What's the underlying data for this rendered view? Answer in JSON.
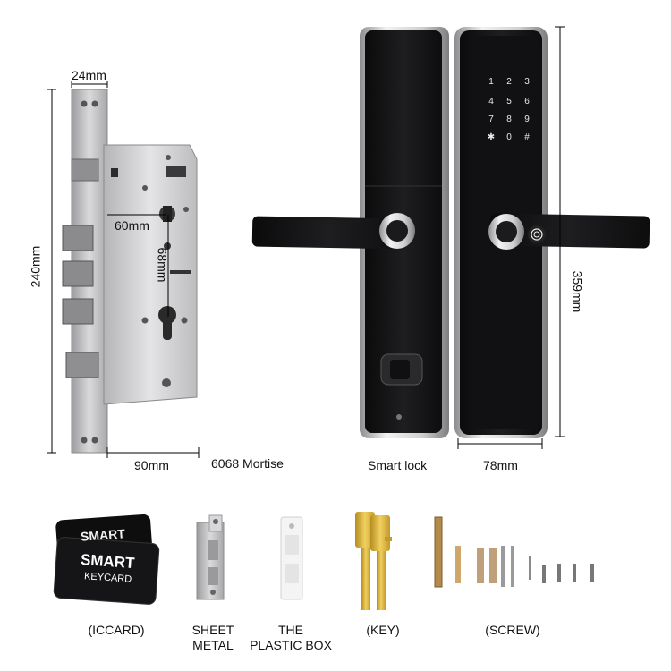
{
  "dimensions": {
    "mortise_width": "24mm",
    "backset": "60mm",
    "cylinder_spacing": "68mm",
    "mortise_height": "240mm",
    "mortise_depth": "90mm",
    "lock_height": "359mm",
    "lock_width": "78mm"
  },
  "captions": {
    "mortise": "6068 Mortise",
    "smart_lock": "Smart lock"
  },
  "keypad": [
    "1",
    "2",
    "3",
    "4",
    "5",
    "6",
    "7",
    "8",
    "9",
    "✱",
    "0",
    "#"
  ],
  "keycards": {
    "back_text": "SMART",
    "front_title": "SMART",
    "front_sub": "KEYCARD"
  },
  "accessories": [
    {
      "line1": "(ICCARD)",
      "line2": ""
    },
    {
      "line1": "SHEET",
      "line2": "METAL"
    },
    {
      "line1": "THE",
      "line2": "PLASTIC BOX"
    },
    {
      "line1": "(KEY)",
      "line2": ""
    },
    {
      "line1": "(SCREW)",
      "line2": ""
    }
  ],
  "colors": {
    "lock_body": "#141416",
    "metal": "#c9c9cb",
    "key_brass": "#d8b23a",
    "screw_bronze": "#b38a4a"
  }
}
